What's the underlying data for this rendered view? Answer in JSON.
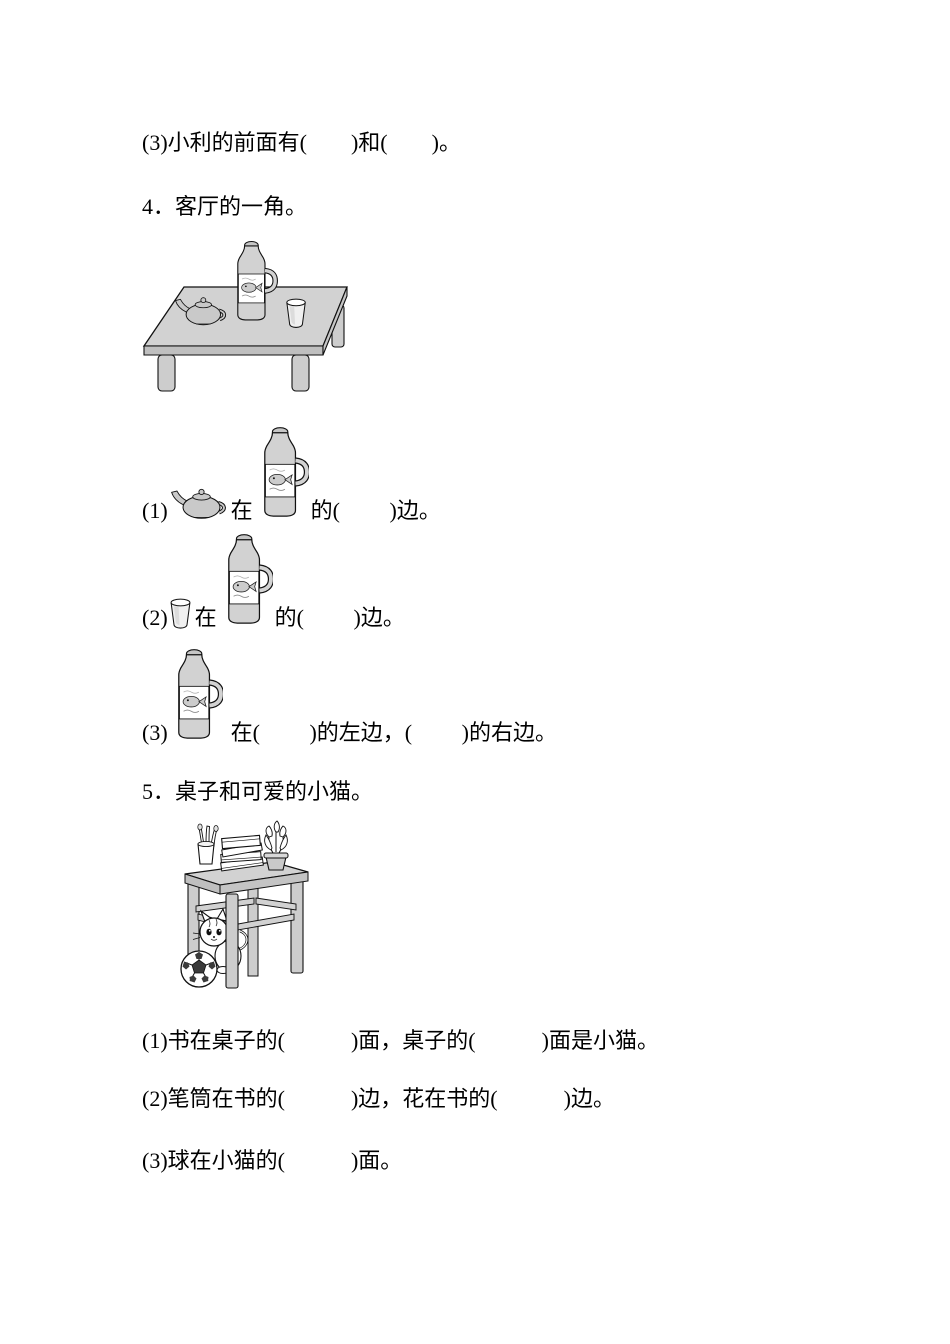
{
  "document": {
    "q3_sub3": "(3)小利的前面有(　　)和(　　)。",
    "q4": {
      "heading": "4．客厅的一角。",
      "sub1_num": "(1)",
      "sub1_mid": "在",
      "sub1_tail": "的(　　 )边。",
      "sub2_num": "(2)",
      "sub2_mid": "在",
      "sub2_tail": "的(　　 )边。",
      "sub3_num": "(3)",
      "sub3_tail": "在(　　 )的左边，(　　 )的右边。"
    },
    "q5": {
      "heading": "5．桌子和可爱的小猫。",
      "sub1": "(1)书在桌子的(　　　)面，桌子的(　　　)面是小猫。",
      "sub2": "(2)笔筒在书的(　　　)边，花在书的(　　　)边。",
      "sub3": "(3)球在小猫的(　　　)面。"
    },
    "icons": {
      "scene1": [
        "teapot-icon",
        "thermos-bottle-icon",
        "cup-icon",
        "low-table-icon"
      ],
      "scene2": [
        "pen-holder-icon",
        "book-stack-icon",
        "flower-pot-icon",
        "kitten-icon",
        "soccer-ball-icon",
        "table-icon"
      ]
    },
    "colors": {
      "ink": "#111111",
      "stipple_gray": "#d2d2d2",
      "edge_gray": "#bfbfbf",
      "paper": "#ffffff"
    }
  }
}
